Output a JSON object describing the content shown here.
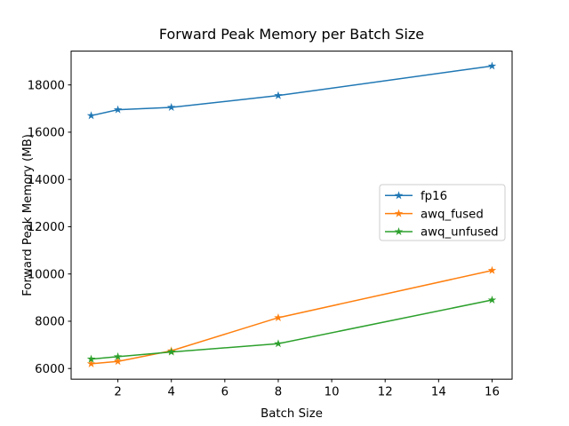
{
  "figure": {
    "background_color": "#ffffff",
    "text_color": "#000000",
    "spine_color": "#000000",
    "legend_border_color": "#cccccc"
  },
  "chart_data": {
    "type": "line",
    "title": "Forward Peak Memory per Batch Size",
    "xlabel": "Batch Size",
    "ylabel": "Forward Peak Memory (MB)",
    "x": [
      1,
      2,
      4,
      8,
      16
    ],
    "series": [
      {
        "name": "fp16",
        "color": "#1f77b4",
        "values": [
          16700,
          16950,
          17050,
          17550,
          18800
        ]
      },
      {
        "name": "awq_fused",
        "color": "#ff7f0e",
        "values": [
          6200,
          6300,
          6750,
          8150,
          10150
        ]
      },
      {
        "name": "awq_unfused",
        "color": "#2ca02c",
        "values": [
          6400,
          6500,
          6700,
          7050,
          8900
        ]
      }
    ],
    "marker": "star",
    "line_width": 1.5,
    "xticks": [
      2,
      4,
      6,
      8,
      10,
      12,
      14,
      16
    ],
    "yticks": [
      6000,
      8000,
      10000,
      12000,
      14000,
      16000,
      18000
    ],
    "xlim": [
      0.25,
      16.75
    ],
    "ylim": [
      5550,
      19430
    ],
    "grid": false,
    "legend_position": "center right"
  }
}
